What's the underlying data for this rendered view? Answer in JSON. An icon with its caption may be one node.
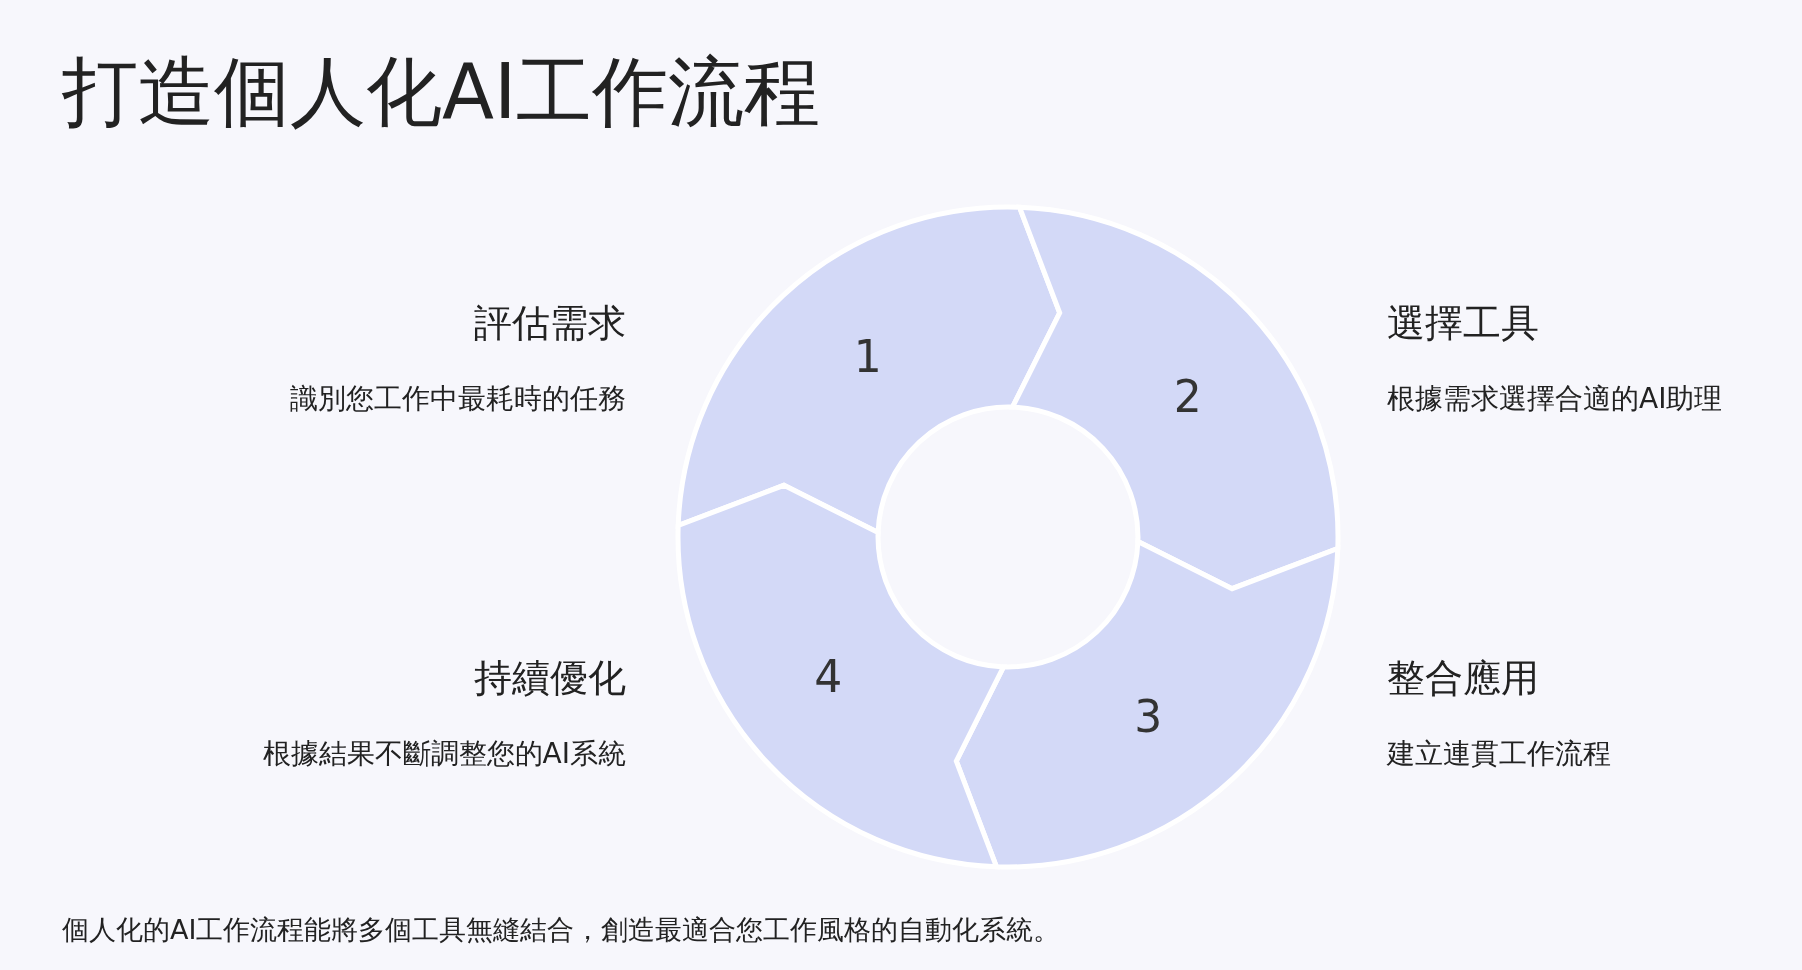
{
  "diagram": {
    "title": "打造個人化AI工作流程",
    "caption": "個人化的AI工作流程能將多個工具無縫結合，創造最適合您工作風格的自動化系統。",
    "nodes": [
      {
        "text": [
          "1"
        ],
        "beside": [
          "評估需求",
          "識別您工作中最耗時的任務"
        ]
      },
      {
        "text": [
          "2"
        ],
        "beside": [
          "選擇工具",
          "根據需求選擇合適的AI助理"
        ]
      },
      {
        "text": [
          "3"
        ],
        "beside": [
          "整合應用",
          "建立連貫工作流程"
        ]
      },
      {
        "text": [
          "4"
        ],
        "beside": [
          "持續優化",
          "根據結果不斷調整您的AI系統"
        ]
      }
    ]
  }
}
